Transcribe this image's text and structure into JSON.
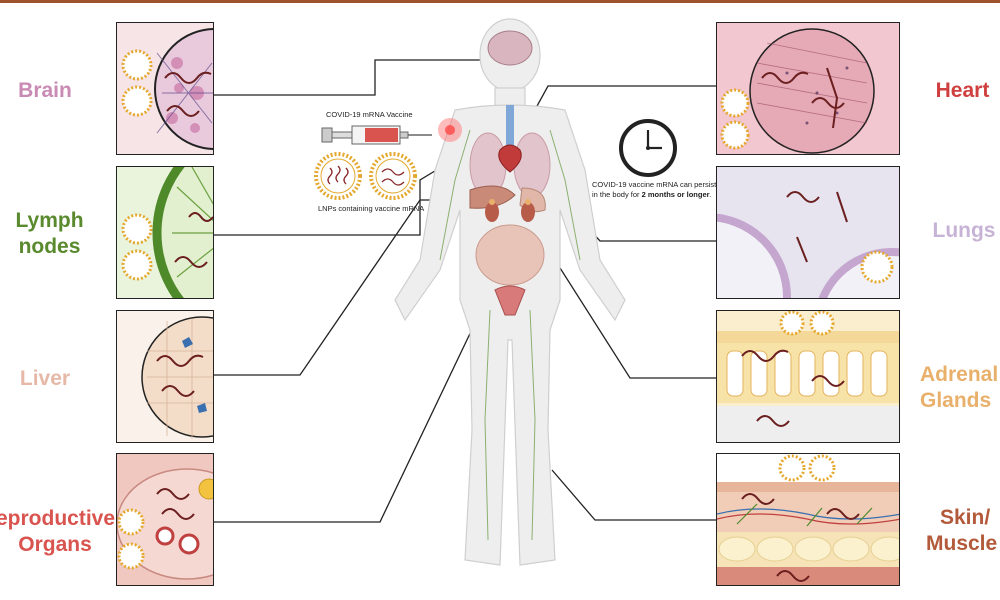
{
  "labels": {
    "brain": "Brain",
    "lymph_line1": "Lymph",
    "lymph_line2": "nodes",
    "liver": "Liver",
    "repro_line1": "eproductive",
    "repro_line2": "Organs",
    "heart": "Heart",
    "lungs": "Lungs",
    "adrenal_line1": "Adrenal",
    "adrenal_line2": "Glands",
    "skin_line1": "Skin/",
    "skin_line2": "Muscle"
  },
  "vaccine": {
    "title": "COVID-19 mRNA Vaccine",
    "lnp_caption": "LNPs containing vaccine mRNA"
  },
  "persistence_note": {
    "line1": "COVID-19 vaccine mRNA can persist",
    "line2_prefix": "in the body for ",
    "line2_bold": "2 months or longer",
    "line2_suffix": "."
  },
  "colors": {
    "brain": "#c98ab4",
    "lymph": "#5a8a2e",
    "liver": "#e6b8a8",
    "repro": "#d9534f",
    "heart": "#cf3f3f",
    "lungs": "#c7b3d6",
    "adrenal": "#e8b06a",
    "skin": "#b35a3a",
    "accent_bar": "#a0522d"
  },
  "icons": [
    "clock-icon",
    "syringe-icon",
    "lnp-icon",
    "mrna-strand-icon",
    "human-body-icon"
  ]
}
